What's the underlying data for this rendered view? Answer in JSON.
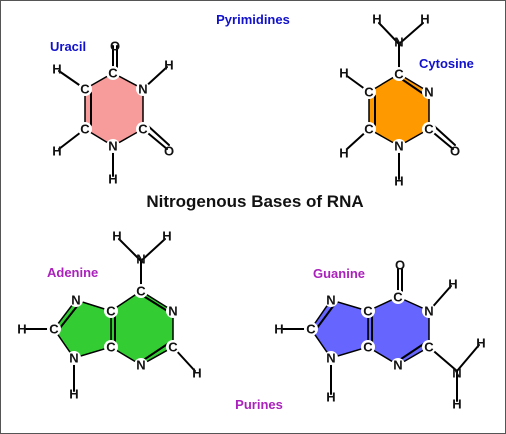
{
  "title": "Nitrogenous Bases of RNA",
  "groups": {
    "pyrimidines": "Pyrimidines",
    "purines": "Purines"
  },
  "molecules": {
    "uracil": "Uracil",
    "cytosine": "Cytosine",
    "adenine": "Adenine",
    "guanine": "Guanine"
  },
  "atom_symbols": {
    "carbon": "C",
    "nitrogen": "N",
    "oxygen": "O",
    "hydrogen": "H"
  },
  "colors": {
    "uracil_ring": "#f79b9b",
    "cytosine_ring": "#ff9900",
    "adenine_ring": "#33cc33",
    "guanine_ring": "#6666ff",
    "pyrimidine_label": "#1111cc",
    "purine_label": "#aa22bb"
  }
}
